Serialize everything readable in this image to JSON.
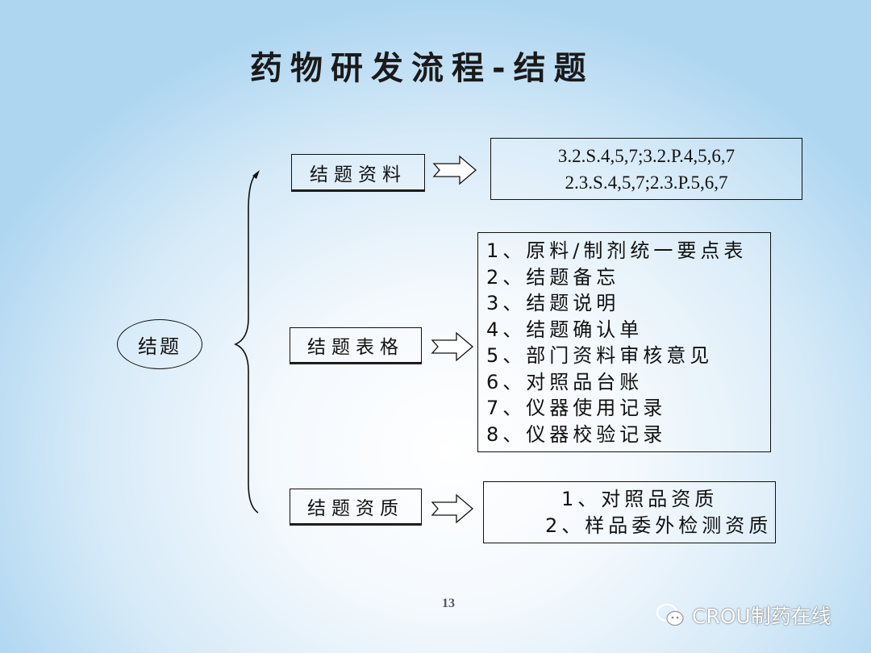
{
  "title": "药物研发流程-结题",
  "root": "结题",
  "branches": [
    {
      "label": "结题资料",
      "content": [
        "3.2.S.4,5,7;3.2.P.4,5,6,7",
        "2.3.S.4,5,7;2.3.P.5,6,7"
      ]
    },
    {
      "label": "结题表格",
      "content": [
        "1、原料/制剂统一要点表",
        "2、结题备忘",
        "3、结题说明",
        "4、结题确认单",
        "5、部门资料审核意见",
        "6、对照品台账",
        "7、仪器使用记录",
        "8、仪器校验记录"
      ]
    },
    {
      "label": "结题资质",
      "content": [
        "1、对照品资质",
        "2、样品委外检测资质"
      ]
    }
  ],
  "page_number": "13",
  "watermark": "CROU制药在线"
}
